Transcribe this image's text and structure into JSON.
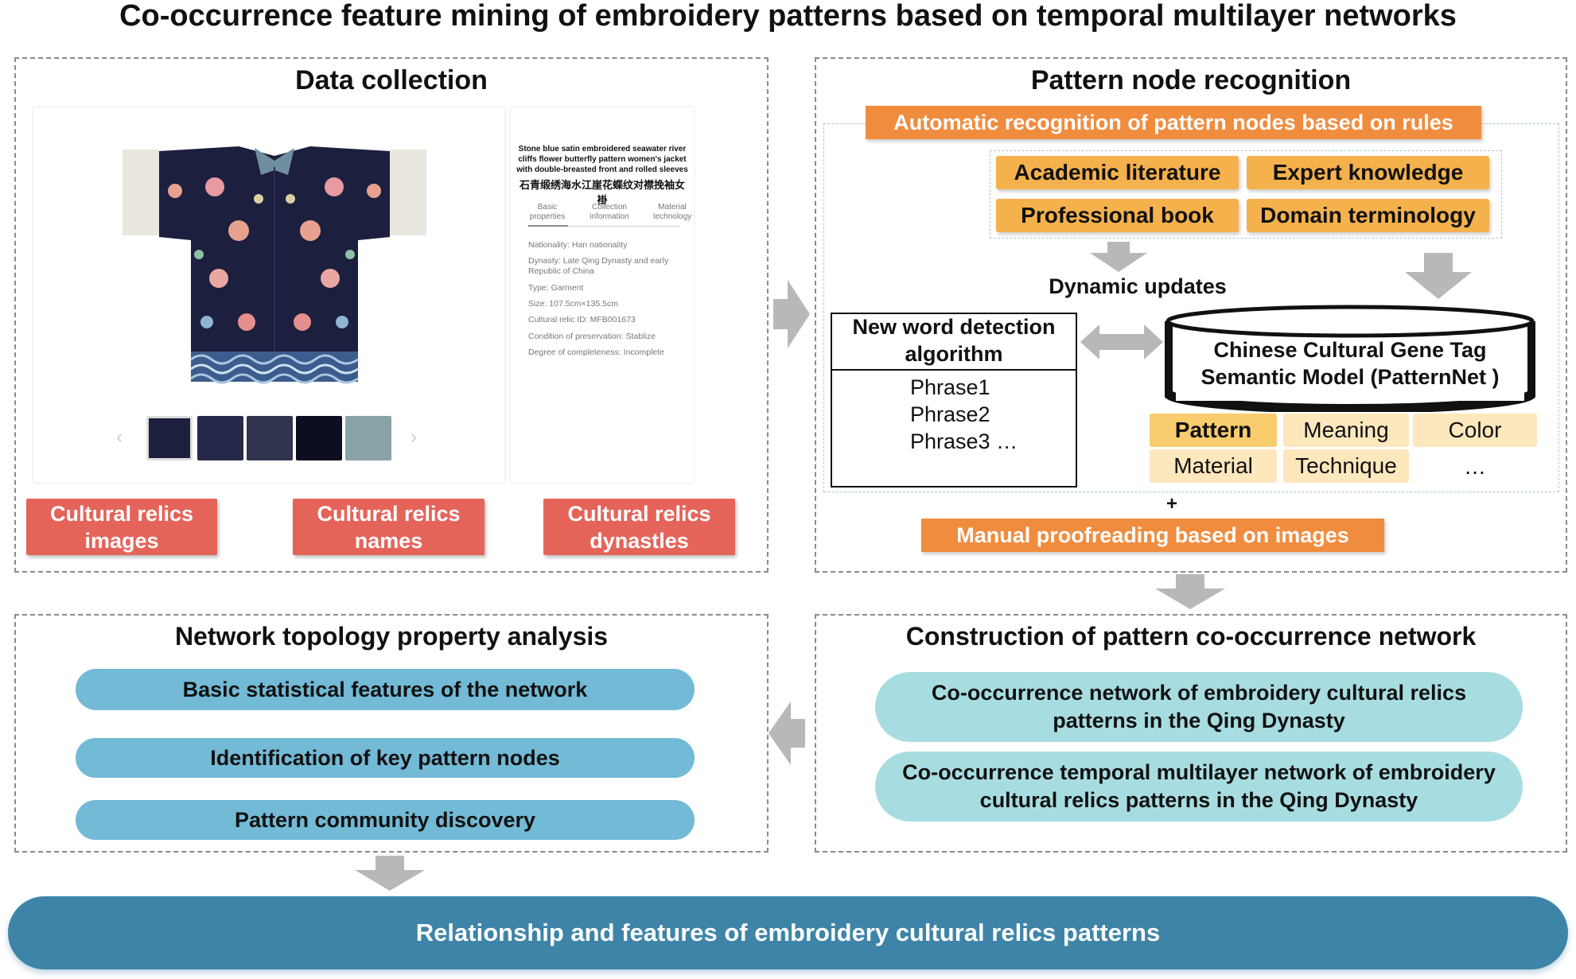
{
  "title": "Co-occurrence feature mining of embroidery patterns based on temporal multilayer networks",
  "data_collection": {
    "title": "Data collection",
    "card": {
      "heading": "Stone blue satin embroidered seawater river cliffs flower butterfly pattern women's jacket with double-breasted front and rolled sleeves",
      "heading_cn": "石青缎绣海水江崖花蝶纹对襟挽袖女褂",
      "tabs": [
        "Basic properties",
        "Collection information",
        "Material technology"
      ],
      "nationality": "Nationality: Han nationality",
      "dynasty_1": "Dynasty:   Late Qing Dynasty and early",
      "dynasty_2": "Republic of China",
      "type": "Type: Garment",
      "size": "Size: 107.5cm×135.5cm",
      "relic_id": "Cultural relic ID: MFB001673",
      "condition": "Condition of preservation: Stablize",
      "completeness": "Degree of completeness: Incomplete"
    },
    "buttons": [
      {
        "line1": "Cultural relics",
        "line2": "images"
      },
      {
        "line1": "Cultural relics",
        "line2": "names"
      },
      {
        "line1": "Cultural relics",
        "line2": "dynastles"
      }
    ]
  },
  "pattern_node": {
    "title": "Pattern node recognition",
    "auto_label": "Automatic recognition of pattern nodes based on rules",
    "sources": [
      "Academic literature",
      "Expert knowledge",
      "Professional book",
      "Domain terminology"
    ],
    "dynamic_updates": "Dynamic updates",
    "new_word": {
      "title_1": "New word detection",
      "title_2": "algorithm",
      "phrases": [
        "Phrase1",
        "Phrase2",
        "Phrase3 …"
      ]
    },
    "model": {
      "line1": "Chinese Cultural Gene Tag",
      "line2": "Semantic Model (PatternNet )"
    },
    "tags": [
      "Pattern",
      "Meaning",
      "Color",
      "Material",
      "Technique",
      "…"
    ],
    "plus": "+",
    "manual_label": "Manual proofreading based on images"
  },
  "network_topology": {
    "title": "Network topology property analysis",
    "items": [
      "Basic statistical features of the network",
      "Identification of key pattern nodes",
      "Pattern community discovery"
    ]
  },
  "construction": {
    "title": "Construction of pattern co-occurrence network",
    "items": [
      {
        "line1": "Co-occurrence network of embroidery cultural relics",
        "line2": "patterns in the Qing Dynasty"
      },
      {
        "line1": "Co-occurrence temporal multilayer network of embroidery",
        "line2": "cultural relics patterns in the Qing Dynasty"
      }
    ]
  },
  "bottom": "Relationship and features of embroidery cultural relics patterns",
  "colors": {
    "red": "#e5645a",
    "orange": "#f08c3e",
    "amber": "#f5b14c",
    "tag": "#fde7bd",
    "blue_pill": "#72bad6",
    "teal_pill": "#a7dde0",
    "bottom_bar": "#3e84a8",
    "arrow": "#b8b8b8",
    "garment": "#1c1f3d"
  }
}
